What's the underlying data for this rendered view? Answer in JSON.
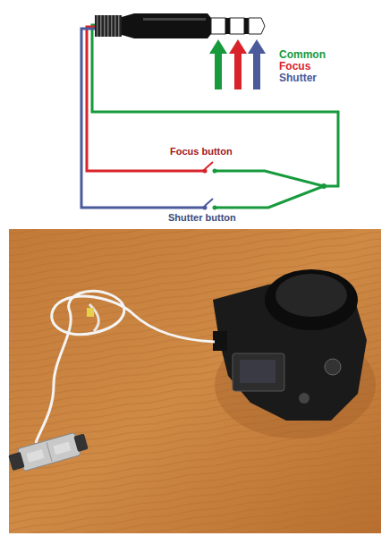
{
  "diagram": {
    "labels": [
      "Common",
      "Focus",
      "Shutter",
      "Focus button",
      "Shutter button"
    ]
  }
}
